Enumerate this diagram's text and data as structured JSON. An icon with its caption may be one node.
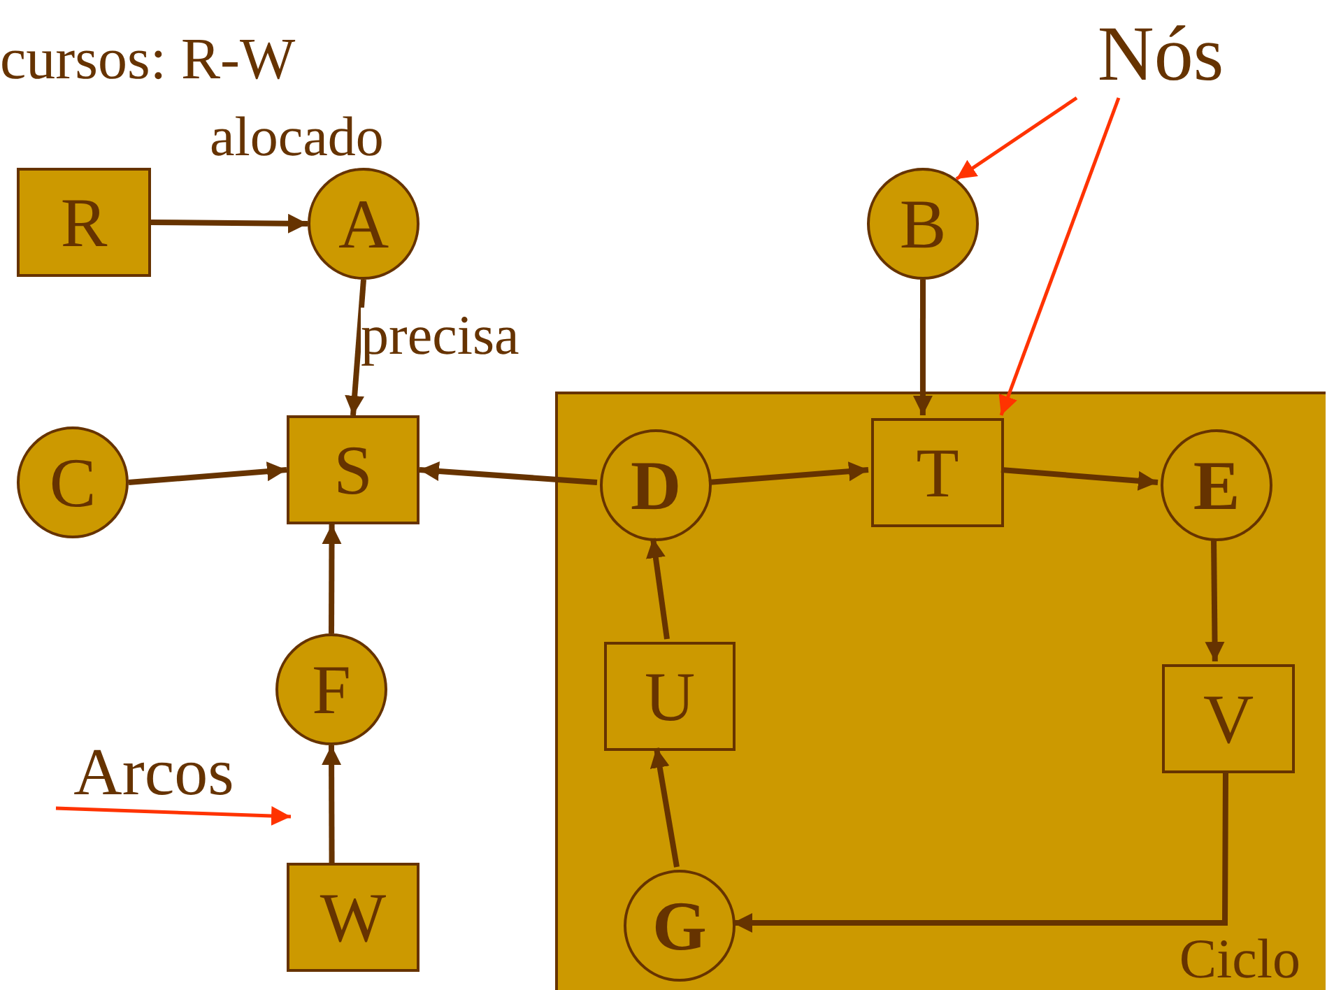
{
  "diagram": {
    "nodes": [
      {
        "text": [
          "R"
        ]
      },
      {
        "text": [
          "A"
        ]
      },
      {
        "text": [
          "B"
        ]
      },
      {
        "text": [
          "C"
        ]
      },
      {
        "text": [
          "S"
        ]
      },
      {
        "text": [
          "Ciclo"
        ]
      },
      {
        "text": [
          "D"
        ],
        "in": 5
      },
      {
        "text": [
          "T"
        ],
        "in": 5
      },
      {
        "text": [
          "E"
        ],
        "in": 5
      },
      {
        "text": [
          "U"
        ],
        "in": 5
      },
      {
        "text": [
          "V"
        ],
        "in": 5
      },
      {
        "text": [
          "F"
        ]
      },
      {
        "text": [
          "G"
        ],
        "in": 5
      },
      {
        "text": [
          "W"
        ]
      },
      {
        "text": [
          "Nós"
        ]
      },
      {
        "text": [
          "Arcos"
        ]
      }
    ],
    "edges": [
      {
        "from": 0,
        "to": 1,
        "arrow": "to",
        "label": "alocado"
      },
      {
        "from": 1,
        "to": 4,
        "arrow": "to",
        "label": "precisa"
      },
      {
        "from": 3,
        "to": 4,
        "arrow": "to"
      },
      {
        "from": 6,
        "to": 4,
        "arrow": "to"
      },
      {
        "from": 6,
        "to": 7,
        "arrow": "to"
      },
      {
        "from": 2,
        "to": 7,
        "arrow": "to"
      },
      {
        "from": 7,
        "to": 8,
        "arrow": "to"
      },
      {
        "from": 8,
        "to": 10,
        "arrow": "to"
      },
      {
        "from": 10,
        "to": 12,
        "arrow": "to"
      },
      {
        "from": 12,
        "to": 9,
        "arrow": "to"
      },
      {
        "from": 9,
        "to": 6,
        "arrow": "to"
      },
      {
        "from": 11,
        "to": 4,
        "arrow": "to"
      },
      {
        "from": 13,
        "to": 11,
        "arrow": "to"
      },
      {
        "from": 14,
        "to": 2,
        "arrow": "to",
        "color": "#ff3300"
      },
      {
        "from": 14,
        "to": 7,
        "arrow": "to",
        "color": "#ff3300"
      },
      {
        "from": 15,
        "to": null,
        "arrow": "to",
        "color": "#ff3300"
      }
    ],
    "labels": [
      "cursos: R-W"
    ]
  }
}
